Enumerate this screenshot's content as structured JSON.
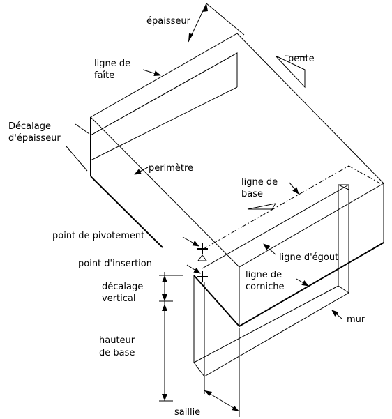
{
  "labels": {
    "epaisseur": "épaisseur",
    "pente": "pente",
    "ligne_de_faite_1": "ligne de",
    "ligne_de_faite_2": "faîte",
    "decalage_epaisseur_1": "Décalage",
    "decalage_epaisseur_2": "d'épaisseur",
    "perimetre": "perimètre",
    "ligne_de_base_1": "ligne de",
    "ligne_de_base_2": "base",
    "point_de_pivotement": "point de pivotement",
    "point_insertion": "point d'insertion",
    "ligne_egout": "ligne d'égout",
    "ligne_de_corniche_1": "ligne de",
    "ligne_de_corniche_2": "corniche",
    "decalage_vertical_1": "décalage",
    "decalage_vertical_2": "vertical",
    "mur": "mur",
    "hauteur_de_base_1": "hauteur",
    "hauteur_de_base_2": "de base",
    "saillie": "saillie"
  }
}
